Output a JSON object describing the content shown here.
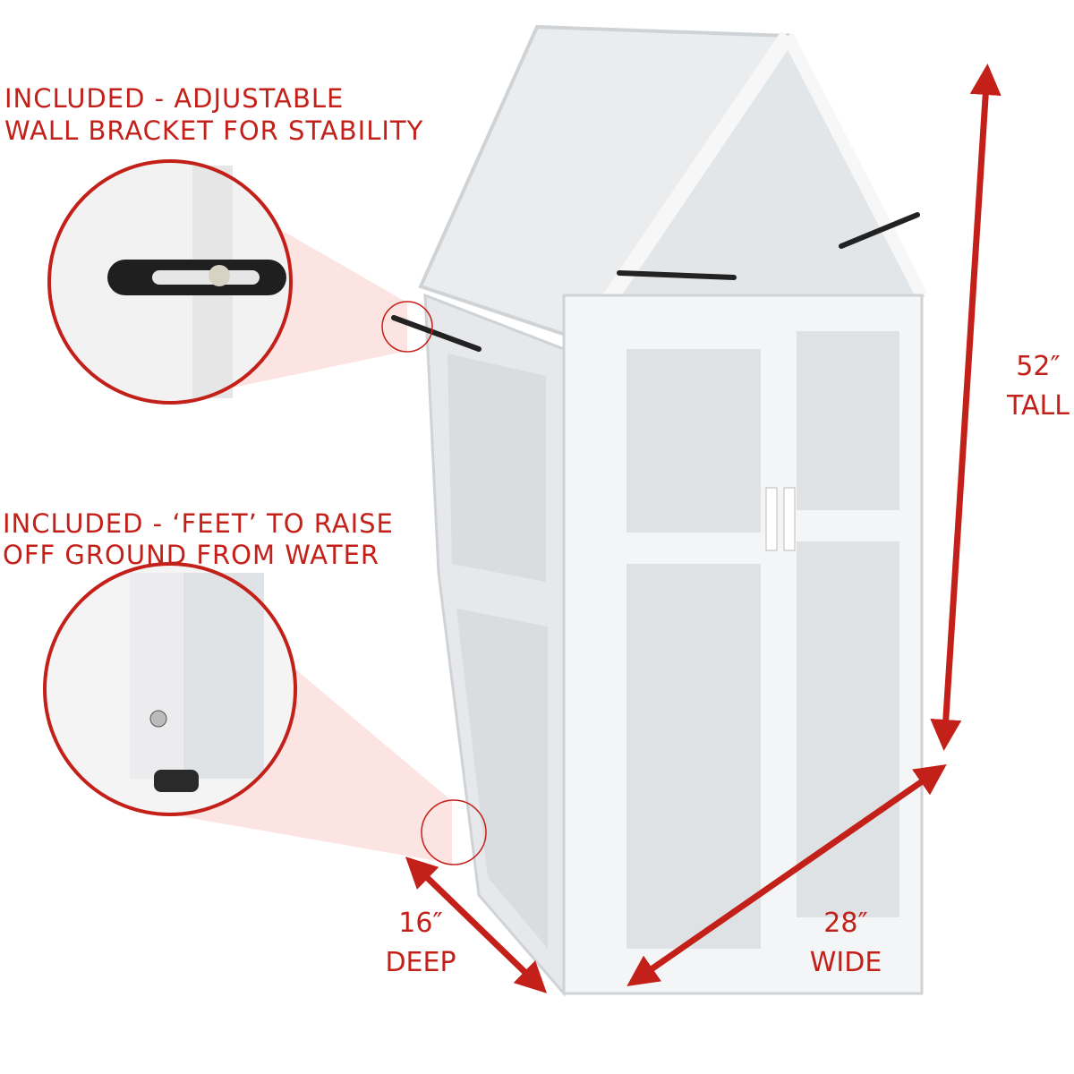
{
  "callouts": {
    "bracket": {
      "line1": "INCLUDED - ADJUSTABLE",
      "line2": "WALL BRACKET FOR STABILITY"
    },
    "feet": {
      "line1": "INCLUDED - ‘FEET’ TO RAISE",
      "line2": "OFF GROUND FROM WATER"
    }
  },
  "dimensions": {
    "height": {
      "value": "52″",
      "label": "TALL"
    },
    "depth": {
      "value": "16″",
      "label": "DEEP"
    },
    "width": {
      "value": "28″",
      "label": "WIDE"
    }
  },
  "colors": {
    "accent": "#c4201a",
    "frame": "#ffffff",
    "panel": "#e4e7ea"
  }
}
